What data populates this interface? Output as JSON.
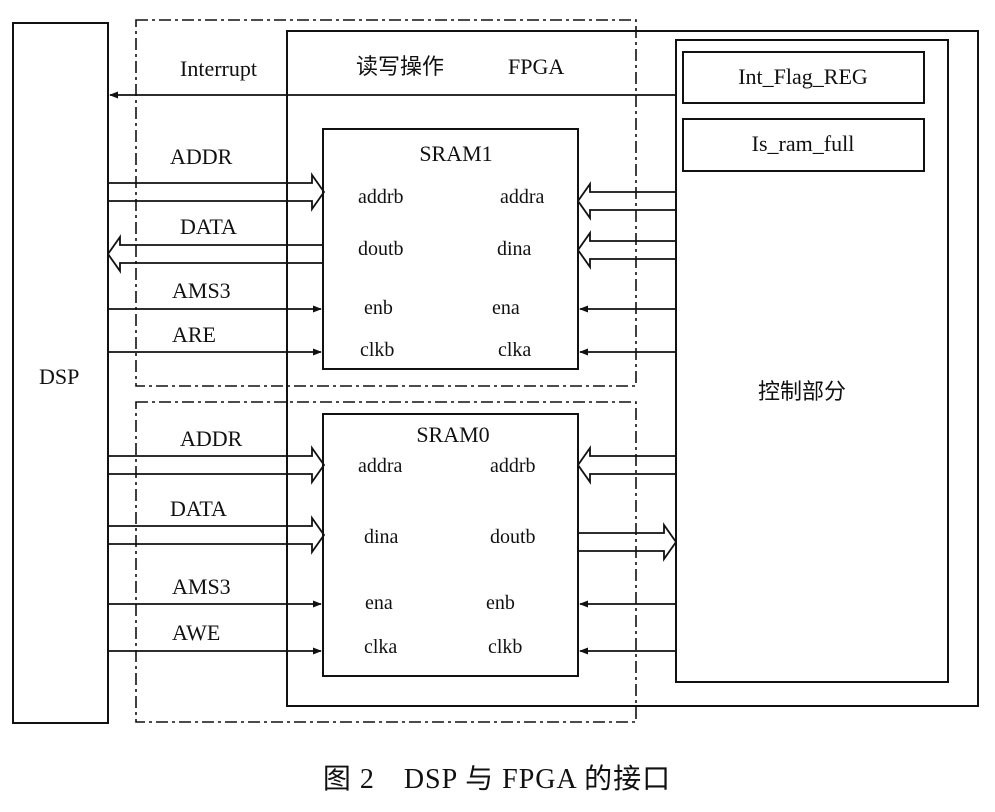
{
  "blocks": {
    "dsp": "DSP",
    "fpga": "FPGA",
    "rw_op": "读写操作",
    "control": "控制部分",
    "int_flag_reg": "Int_Flag_REG",
    "is_ram_full": "Is_ram_full"
  },
  "sram1": {
    "title": "SRAM1",
    "left_ports": [
      "addrb",
      "doutb",
      "enb",
      "clkb"
    ],
    "right_ports": [
      "addra",
      "dina",
      "ena",
      "clka"
    ]
  },
  "sram0": {
    "title": "SRAM0",
    "left_ports": [
      "addra",
      "dina",
      "ena",
      "clka"
    ],
    "right_ports": [
      "addrb",
      "doutb",
      "enb",
      "clkb"
    ]
  },
  "signals_top": {
    "interrupt": "Interrupt",
    "addr": "ADDR",
    "data": "DATA",
    "ams3": "AMS3",
    "are": "ARE"
  },
  "signals_bottom": {
    "addr": "ADDR",
    "data": "DATA",
    "ams3": "AMS3",
    "awe": "AWE"
  },
  "caption": "图 2　DSP 与 FPGA 的接口"
}
